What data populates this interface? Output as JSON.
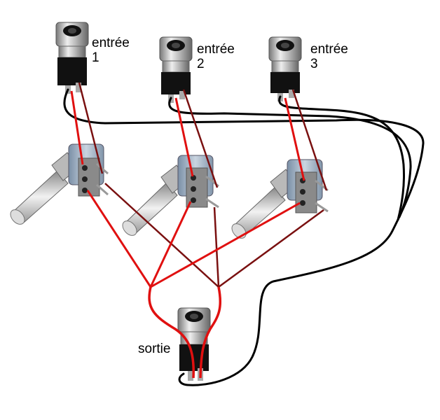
{
  "diagram": {
    "inputs": [
      {
        "word": "entrée",
        "number": "1"
      },
      {
        "word": "entrée",
        "number": "2"
      },
      {
        "word": "entrée",
        "number": "3"
      }
    ],
    "output": {
      "label": "sortie"
    },
    "colors": {
      "background": "#ffffff",
      "ground_wire": "#000000",
      "signal_wire": "#e01010",
      "pot_wire": "#7a1010",
      "metal": "#c0c0c0",
      "insulator": "#111111"
    }
  }
}
